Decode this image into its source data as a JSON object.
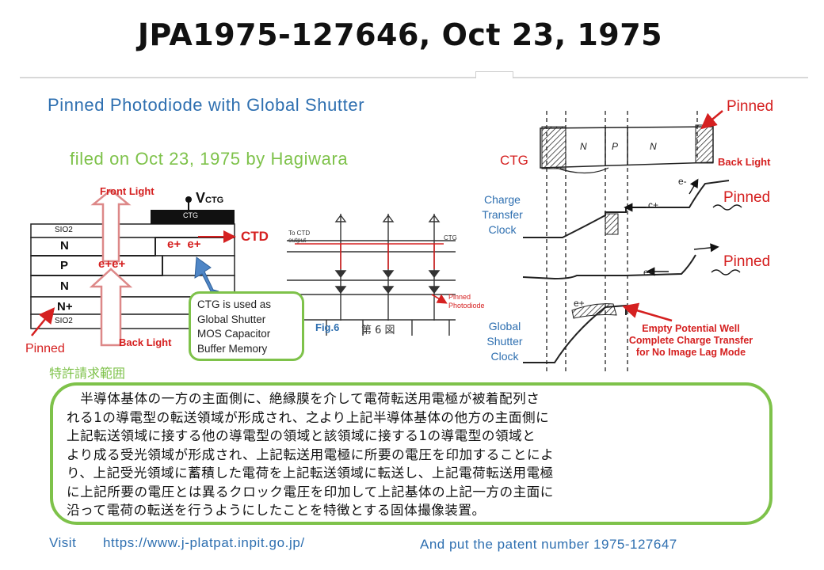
{
  "title": "JPA1975-127646, Oct 23, 1975",
  "subtitle": "Pinned Photodiode with Global Shutter",
  "filed": "filed on Oct 23, 1975  by Hagiwara",
  "left_diagram": {
    "front_light": "Front Light",
    "back_light": "Back Light",
    "vctg_main": "V",
    "vctg_sub": "CTG",
    "ctg_gate": "CTG",
    "ctd": "CTD",
    "pinned": "Pinned",
    "layers": [
      "SIO2",
      "N",
      "P",
      "N",
      "N+",
      "SIO2"
    ],
    "charge_p": "e+e+",
    "charge_ctg": "e+  e+",
    "note_lines": [
      "CTG is used as",
      "Global Shutter",
      "MOS Capacitor",
      "Buffer Memory"
    ]
  },
  "middle_diagram": {
    "to_ctd_output": "To CTD output",
    "ctg": "CTG",
    "pinned_photodiode_1": "Pinned",
    "pinned_photodiode_2": "Photodiode",
    "fig": "Fig.6",
    "fig_jp": "第 6 図"
  },
  "right_diagram": {
    "ctg": "CTG",
    "pinned_top": "Pinned",
    "back_light": "Back Light",
    "pinned_mid": "Pinned",
    "pinned_low": "Pinned",
    "charge_transfer_clock": [
      "Charge",
      "Transfer",
      "Clock"
    ],
    "global_shutter_clock": [
      "Global",
      "Shutter",
      "Clock"
    ],
    "empty_well": [
      "Empty Potential Well",
      "Complete Charge Transfer",
      "for No Image Lag Mode"
    ],
    "region_n1": "N",
    "region_p": "P",
    "region_n2": "N",
    "carrier_c": "c+",
    "carrier_e1": "e+",
    "carrier_e2": "e+",
    "carrier_e3": "e-"
  },
  "claim": {
    "heading": "特許請求範囲",
    "lines": [
      "　半導体基体の一方の主面側に、絶縁膜を介して電荷転送用電極が被着配列さ",
      "れる1の導電型の転送領域が形成され、之より上記半導体基体の他方の主面側に",
      "上記転送領域に接する他の導電型の領域と該領域に接する1の導電型の領域と",
      "より成る受光領域が形成され、上記転送用電極に所要の電圧を印加することによ",
      "り、上記受光領域に蓄積した電荷を上記転送領域に転送し、上記電荷転送用電極",
      "に上記所要の電圧とは異るクロック電圧を印加して上記基体の上記一方の主面に",
      "沿って電荷の転送を行うようにしたことを特徴とする固体撮像装置。"
    ]
  },
  "footer": {
    "visit": "Visit",
    "url": "https://www.j-platpat.inpit.go.jp/",
    "put_number": "And put the patent number  1975-127647"
  },
  "colors": {
    "accent_blue": "#2e6fb0",
    "accent_green": "#7ec24a",
    "accent_red": "#d52020"
  }
}
